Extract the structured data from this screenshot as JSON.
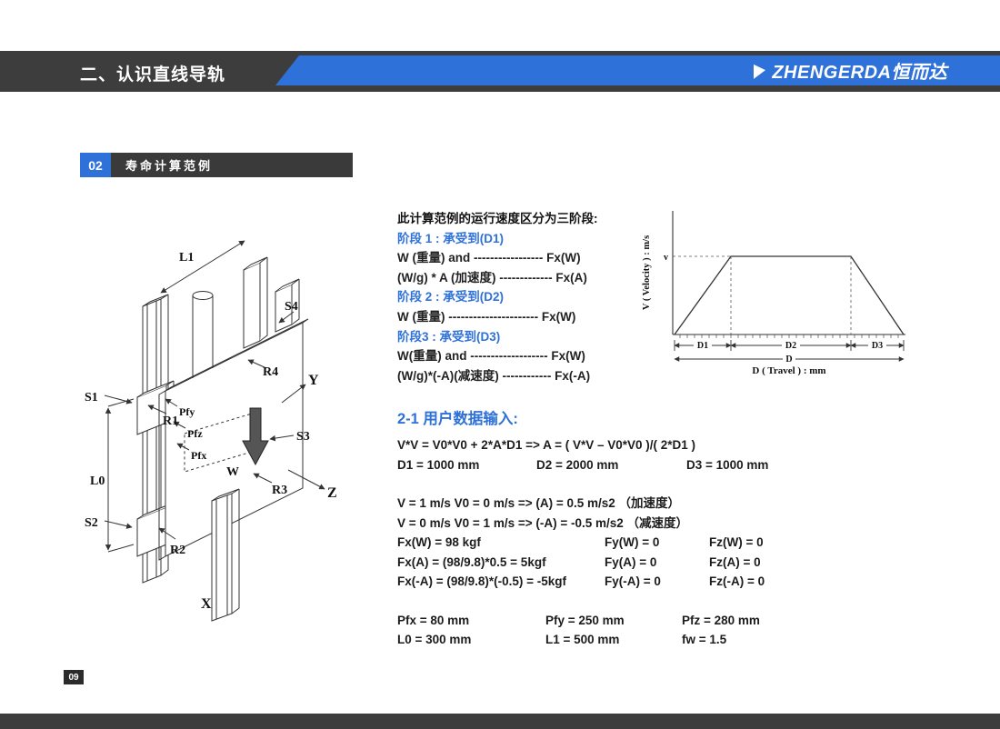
{
  "accent_blue": "#2e71d8",
  "bar_dark": "#3d3d3d",
  "header": {
    "title": "二、认识直线导轨",
    "logo": "ZHENGERDA恒而达"
  },
  "section_badge": {
    "number": "02",
    "title": "寿命计算范例"
  },
  "phases": {
    "intro": "此计算范例的运行速度区分为三阶段:",
    "lines": [
      {
        "text": "阶段 1 : 承受到(D1)"
      },
      {
        "text": "W (重量) and ----------------- Fx(W)"
      },
      {
        "text": "(W/g) * A (加速度) ------------- Fx(A)"
      },
      {
        "text": "阶段 2 : 承受到(D2)"
      },
      {
        "text": "W (重量) ---------------------- Fx(W)"
      },
      {
        "text": "阶段3 : 承受到(D3)"
      },
      {
        "text": "W(重量) and ------------------- Fx(W)"
      },
      {
        "text": "(W/g)*(-A)(减速度) ------------ Fx(-A)"
      }
    ]
  },
  "chart": {
    "ylabel": "V ( Velocity ) : m/s",
    "xlabel": "D ( Travel ) : mm",
    "v_label": "v",
    "d1": "D1",
    "d2": "D2",
    "d3": "D3",
    "d_total": "D"
  },
  "chart_data": {
    "type": "line",
    "x": [
      0,
      1000,
      3000,
      4000
    ],
    "y": [
      0,
      1,
      1,
      0
    ],
    "xlabel": "D ( Travel ) : mm",
    "ylabel": "V ( Velocity ) : m/s",
    "segments": [
      {
        "label": "D1",
        "from_mm": 0,
        "to_mm": 1000
      },
      {
        "label": "D2",
        "from_mm": 1000,
        "to_mm": 3000
      },
      {
        "label": "D3",
        "from_mm": 3000,
        "to_mm": 4000
      }
    ],
    "total_label": "D",
    "peak_velocity_label": "v",
    "grid": false,
    "legend": false
  },
  "diagram": {
    "labels": {
      "L1": "L1",
      "L0": "L0",
      "S1": "S1",
      "S2": "S2",
      "S3": "S3",
      "S4": "S4",
      "R1": "R1",
      "R2": "R2",
      "R3": "R3",
      "R4": "R4",
      "Pfy": "Pfy",
      "Pfz": "Pfz",
      "Pfx": "Pfx",
      "W": "W",
      "X": "X",
      "Y": "Y",
      "Z": "Z"
    }
  },
  "user_input": {
    "heading": "2-1  用户数据输入:",
    "formula": "V*V = V0*V0 + 2*A*D1  =>  A = ( V*V – V0*V0 )/( 2*D1 )",
    "d_row": [
      "D1 = 1000 mm",
      "D2 = 2000 mm",
      "D3 = 1000 mm"
    ],
    "v_rows": [
      "V = 1 m/s   V0 = 0 m/s   =>   (A) = 0.5 m/s2   （加速度）",
      "V = 0 m/s   V0 = 1 m/s   =>   (-A) = -0.5 m/s2  （减速度）"
    ],
    "f_rows": [
      [
        "Fx(W) = 98 kgf",
        "Fy(W) = 0",
        "Fz(W) = 0"
      ],
      [
        "Fx(A) = (98/9.8)*0.5 = 5kgf",
        "Fy(A) = 0",
        "Fz(A) = 0"
      ],
      [
        "Fx(-A) = (98/9.8)*(-0.5) = -5kgf",
        "Fy(-A) = 0",
        "Fz(-A) = 0"
      ]
    ],
    "p_row": [
      "Pfx = 80 mm",
      "Pfy = 250 mm",
      "Pfz = 280 mm"
    ],
    "l_row": [
      "L0 = 300 mm",
      "L1 = 500 mm",
      "fw = 1.5"
    ]
  },
  "page_number": "09"
}
